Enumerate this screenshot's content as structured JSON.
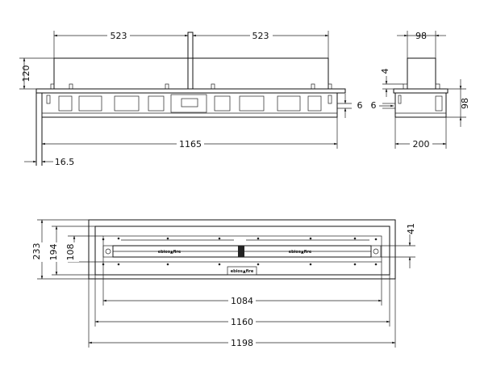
{
  "front_view": {
    "dim_left_width": "523",
    "dim_right_width": "523",
    "dim_height": "120",
    "dim_gap": "6",
    "dim_total_width": "1165",
    "dim_offset": "16.5"
  },
  "side_view": {
    "dim_top_width": "98",
    "dim_flange": "4",
    "dim_gap": "6",
    "dim_height": "98",
    "dim_depth": "200"
  },
  "plan_view": {
    "dim_outer_height": "233",
    "dim_mid_height": "194",
    "dim_inner_height": "108",
    "dim_slot": "41",
    "dim_burner": "1084",
    "dim_inner_width": "1160",
    "dim_outer_width": "1198",
    "brand_left": "ebios▲fire",
    "brand_right": "ebios▲fire",
    "brand_center": "ebios▲fire"
  }
}
